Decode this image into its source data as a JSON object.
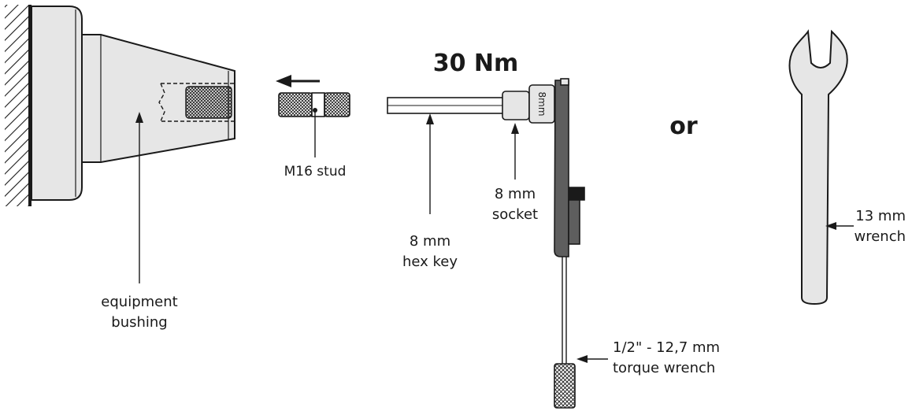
{
  "torque_value": "30 Nm",
  "connector_word": "or",
  "labels": {
    "stud": "M16 stud",
    "bushing": [
      "equipment",
      "bushing"
    ],
    "hex_key": [
      "8 mm",
      "hex key"
    ],
    "socket": [
      "8 mm",
      "socket"
    ],
    "socket_marking": "8mm",
    "torque_wrench": [
      "1/2\" - 12,7 mm",
      "torque wrench"
    ],
    "open_wrench": [
      "13 mm",
      "wrench"
    ]
  },
  "icons": {
    "wall": "hatched-wall-icon",
    "bushing": "equipment-bushing-icon",
    "stud": "m16-stud-icon",
    "direction": "arrow-left-icon",
    "hex_key": "hex-key-icon",
    "socket": "socket-icon",
    "torque_wrench": "torque-wrench-icon",
    "open_wrench": "open-end-wrench-icon"
  },
  "colors": {
    "line": "#1a1a1a",
    "part_fill": "#e6e6e6",
    "handle_fill": "#5e5e5e"
  }
}
